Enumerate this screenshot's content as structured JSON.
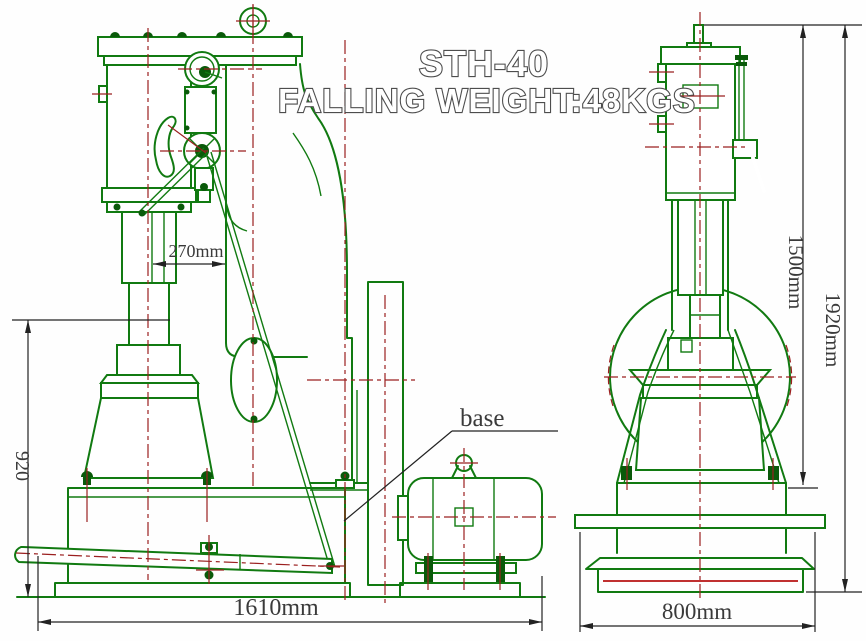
{
  "drawing": {
    "model": "STH-40",
    "subtitle": "FALLING WEIGHT:48KGS",
    "part_label": "base",
    "dims": {
      "throat": "270mm",
      "anvil_height": "920",
      "overall_length": "1610mm",
      "base_width": "800mm",
      "frame_height": "1500mm",
      "overall_height": "1920mm"
    },
    "colors": {
      "outline_green": "#117a11",
      "centerline_red": "#9b2020",
      "dimension_black": "#222222",
      "title_fill": "#ffffff",
      "title_stroke": "#4d4d4d",
      "background": "#fefefe"
    }
  }
}
